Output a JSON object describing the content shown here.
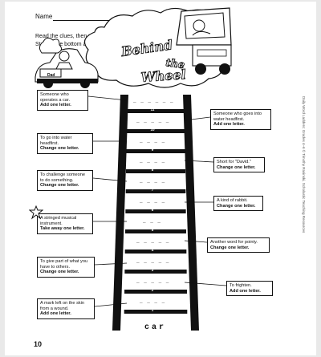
{
  "header": {
    "name_label": "Name",
    "instructions": [
      "Read the clues, then write the words.",
      "Start at the bottom and climb to the top."
    ]
  },
  "title": {
    "line1": "Behind",
    "line2": "the",
    "line3": "Wheel"
  },
  "cartoon": {
    "car_tag": "Dad"
  },
  "side_credit": "Daily Word Ladders: Grades 4–6 © Timothy Rasinski, Scholastic Teaching Resources",
  "clues": [
    {
      "text": "Someone who operates a car.",
      "action": "Add one letter.",
      "side": "left"
    },
    {
      "text": "Someone who goes into water headfirst.",
      "action": "Add one letter.",
      "side": "right"
    },
    {
      "text": "To go into water headfirst.",
      "action": "Change one letter.",
      "side": "left"
    },
    {
      "text": "Short for \"David.\"",
      "action": "Change one letter.",
      "side": "right"
    },
    {
      "text": "To challenge someone to do something.",
      "action": "Change one letter.",
      "side": "left"
    },
    {
      "text": "A kind of rabbit.",
      "action": "Change one letter.",
      "side": "right"
    },
    {
      "text": "A stringed musical instrument.",
      "action": "Take away one letter.",
      "side": "left"
    },
    {
      "text": "Another word for pointy.",
      "action": "Change one letter.",
      "side": "right"
    },
    {
      "text": "To give part of what you have to others.",
      "action": "Change one letter.",
      "side": "left"
    },
    {
      "text": "To frighten.",
      "action": "Add one letter.",
      "side": "right"
    },
    {
      "text": "A mark left on the skin from a wound.",
      "action": "Add one letter.",
      "side": "left"
    }
  ],
  "rung_numbers": [
    "11",
    "10",
    "9",
    "8",
    "7",
    "6",
    "5",
    "4",
    "3",
    "2",
    "1"
  ],
  "blanks": [
    "_ _ _ _ _ _",
    "_ _ _ _ _",
    "_ _ _ _",
    "_ _ _ _",
    "_ _ _ _",
    "_ _ _ _",
    "_ _ _",
    "_ _ _ _ _",
    "_ _ _ _ _",
    "_ _ _ _ _",
    "_ _ _ _"
  ],
  "start_word": "car",
  "page_number": "10"
}
